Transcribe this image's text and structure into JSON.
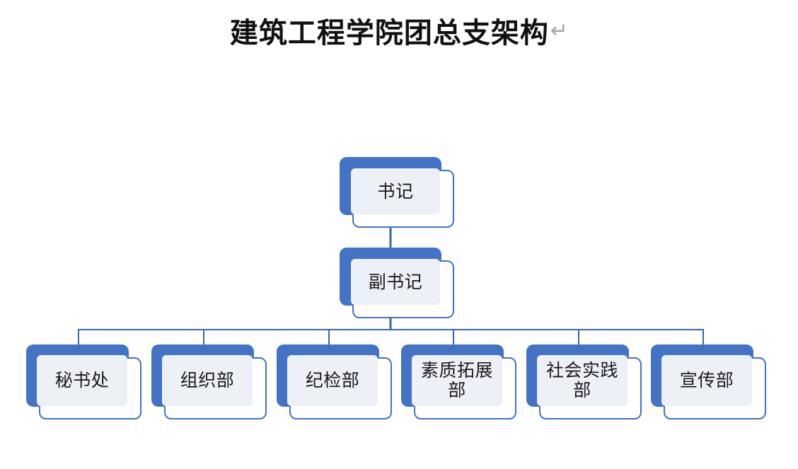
{
  "document": {
    "title": "建筑工程学院团总支架构",
    "paragraph_mark": "↵"
  },
  "colors": {
    "node_fill_blue": "#4472C4",
    "node_border_blue": "#4472C4",
    "node_inner_panel": "#EDF0F7",
    "connector_line": "#3A64B0",
    "title_text": "#111111",
    "paragraph_mark": "#A6A6A6",
    "background": "#FFFFFF"
  },
  "chart_data": {
    "type": "diagram",
    "subtype": "organizational-hierarchy",
    "title": "建筑工程学院团总支架构",
    "levels": 3,
    "nodes": [
      {
        "id": "n1",
        "label": "书记",
        "level": 1,
        "parent": null
      },
      {
        "id": "n2",
        "label": "副书记",
        "level": 2,
        "parent": "n1"
      },
      {
        "id": "n3",
        "label": "秘书处",
        "level": 3,
        "parent": "n2"
      },
      {
        "id": "n4",
        "label": "组织部",
        "level": 3,
        "parent": "n2"
      },
      {
        "id": "n5",
        "label": "纪检部",
        "level": 3,
        "parent": "n2"
      },
      {
        "id": "n6",
        "label": "素质拓展\n部",
        "level": 3,
        "parent": "n2"
      },
      {
        "id": "n7",
        "label": "社会实践\n部",
        "level": 3,
        "parent": "n2"
      },
      {
        "id": "n8",
        "label": "宣传部",
        "level": 3,
        "parent": "n2"
      }
    ],
    "edges": [
      {
        "from": "n1",
        "to": "n2"
      },
      {
        "from": "n2",
        "to": "n3"
      },
      {
        "from": "n2",
        "to": "n4"
      },
      {
        "from": "n2",
        "to": "n5"
      },
      {
        "from": "n2",
        "to": "n6"
      },
      {
        "from": "n2",
        "to": "n7"
      },
      {
        "from": "n2",
        "to": "n8"
      }
    ]
  },
  "org": {
    "root": {
      "label": "书记"
    },
    "deputy": {
      "label": "副书记"
    },
    "departments": [
      {
        "label": "秘书处"
      },
      {
        "label": "组织部"
      },
      {
        "label": "纪检部"
      },
      {
        "label": "素质拓展\n部"
      },
      {
        "label": "社会实践\n部"
      },
      {
        "label": "宣传部"
      }
    ]
  }
}
